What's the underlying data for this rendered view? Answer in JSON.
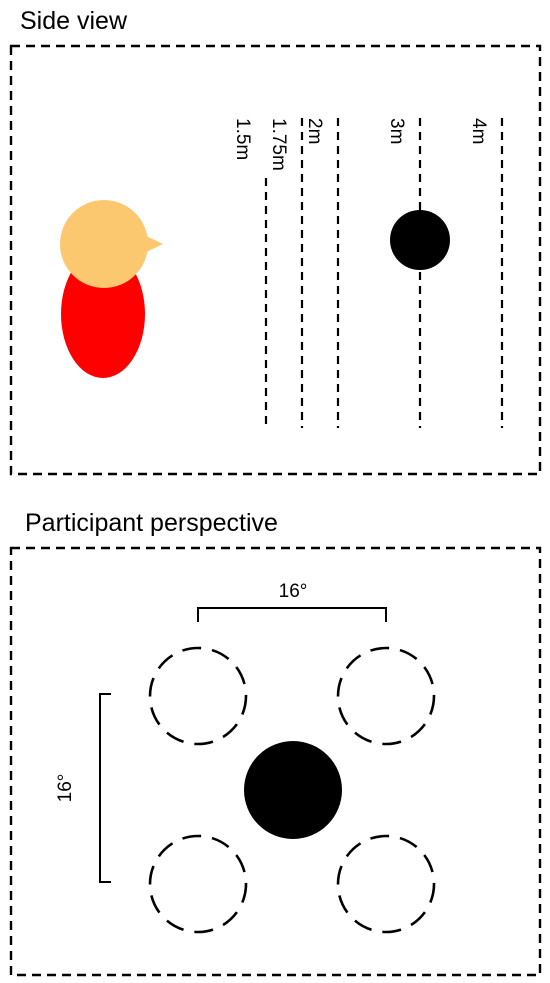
{
  "side_view": {
    "title": "Side view",
    "colors": {
      "head": "#FBC870",
      "body": "#FF0000",
      "target": "#000000"
    },
    "distance_labels": [
      "1.5m",
      "1.75m",
      "2m",
      "3m",
      "4m"
    ],
    "target_at": "3m"
  },
  "perspective": {
    "title": "Participant perspective",
    "horizontal_label": "16°",
    "vertical_label": "16°",
    "colors": {
      "center": "#000000",
      "outline": "#000000"
    }
  }
}
